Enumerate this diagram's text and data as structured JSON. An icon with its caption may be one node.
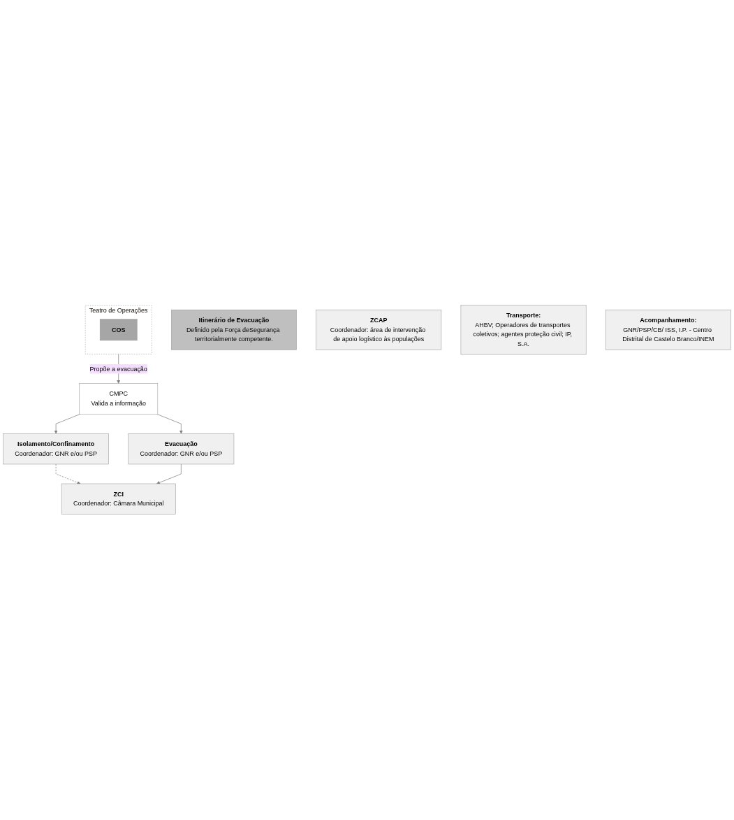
{
  "diagram": {
    "nodes": [
      {
        "text": [
          "Teatro de Operações"
        ]
      },
      {
        "text": [
          "COS"
        ],
        "in": 0
      },
      {
        "text": [
          "CMPC",
          "Valida a informação"
        ]
      },
      {
        "text": [
          "Isolamento/Confinamento",
          "Coordenador: GNR e/ou PSP"
        ]
      },
      {
        "text": [
          "Evacuação",
          "Coordenador: GNR e/ou PSP"
        ]
      },
      {
        "text": [
          "ZCI",
          "Coordenador: Câmara Municipal"
        ]
      },
      {
        "text": [
          "Itinerário de Evacuação",
          "Definido pela Força deSegurança territorialmente competente."
        ]
      },
      {
        "text": [
          "ZCAP",
          "Coordenador: área de intervenção de apoio logístico às populações"
        ]
      },
      {
        "text": [
          "Transporte:",
          "AHBV; Operadores de transportes coletivos; agentes proteção civil; IP, S.A."
        ]
      },
      {
        "text": [
          "Acompanhamento:",
          "GNR/PSP/CB/ ISS, I.P. - Centro Distrital de Castelo Branco/INEM"
        ]
      }
    ],
    "edges": [
      {
        "from": 0,
        "to": 2,
        "arrow": "to",
        "label": "Propõe a evacuação"
      },
      {
        "from": 2,
        "to": 3,
        "arrow": "to"
      },
      {
        "from": 2,
        "to": 4,
        "arrow": "to"
      },
      {
        "from": 3,
        "to": 5,
        "arrow": "to",
        "style": "dashed"
      },
      {
        "from": 4,
        "to": 5,
        "arrow": "to"
      }
    ]
  }
}
